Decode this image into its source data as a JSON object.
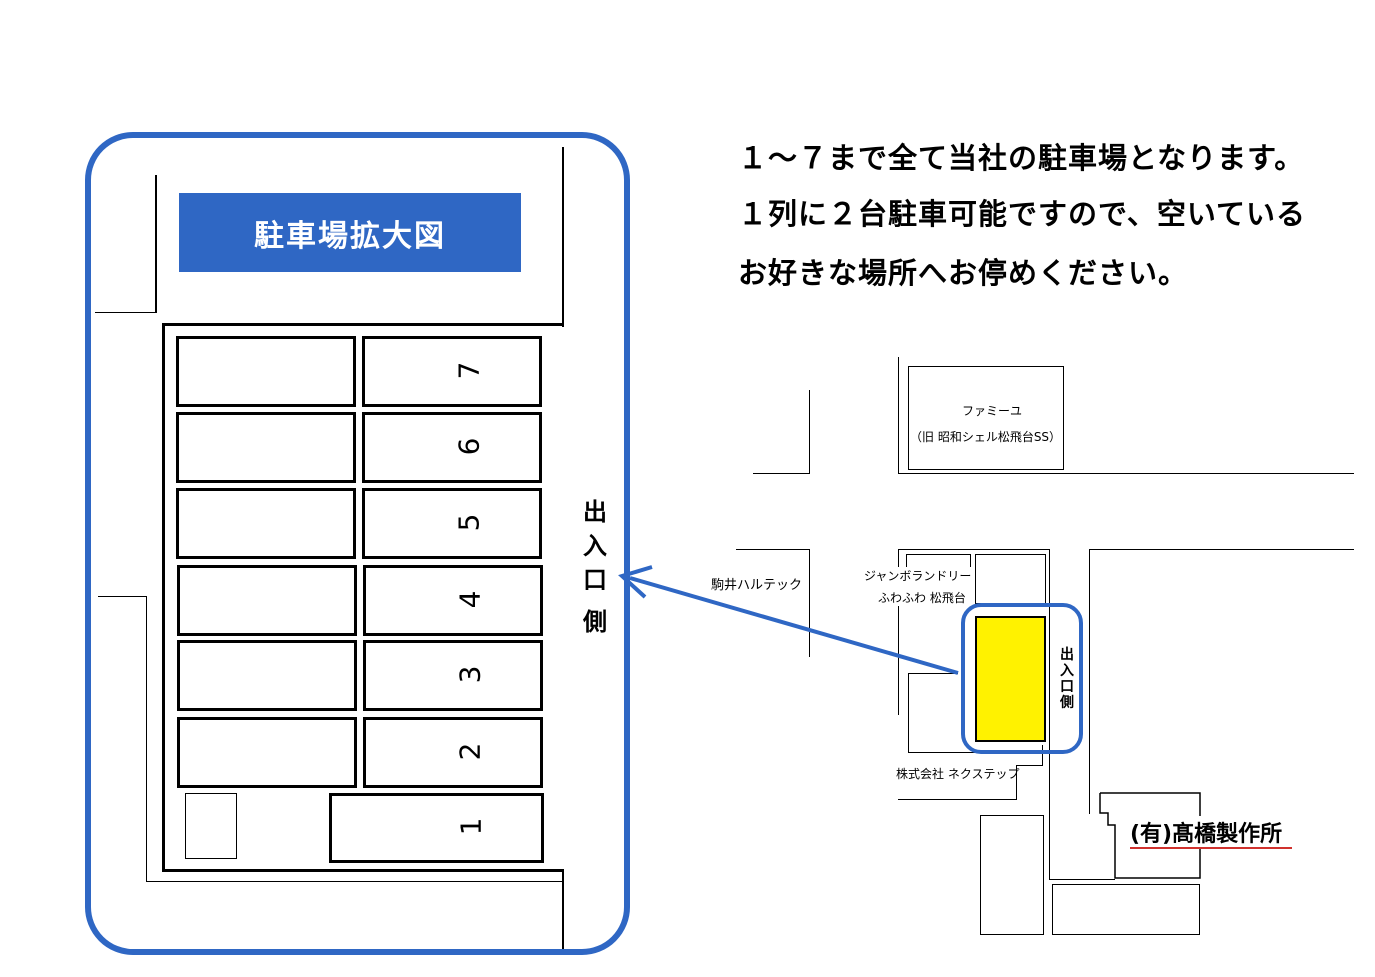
{
  "enlarged_map": {
    "title": "駐車場拡大図",
    "entrance_label": [
      "出",
      "入",
      "口",
      "側"
    ],
    "stall_numbers": [
      "7",
      "6",
      "5",
      "4",
      "3",
      "2",
      "1"
    ]
  },
  "message": {
    "lines": [
      "１～７まで全て当社の駐車場となります。",
      "１列に２台駐車可能ですので、空いている",
      "お好きな場所へお停めください。"
    ]
  },
  "area_map": {
    "famiyu_line1": "ファミーユ",
    "famiyu_line2": "（旧 昭和シェル松飛台SS）",
    "komai": "駒井ハルテック",
    "laundry_line1": "ジャンボランドリー",
    "laundry_line2": "ふわふわ 松飛台",
    "nextep": "株式会社 ネクステップ",
    "takahashi": "(有)髙橋製作所",
    "entrance_label": [
      "出",
      "入",
      "口",
      "側"
    ]
  },
  "colors": {
    "frame_blue": "#2f67c4",
    "parking_yellow": "#fff200",
    "underline_red": "#d0312d"
  }
}
